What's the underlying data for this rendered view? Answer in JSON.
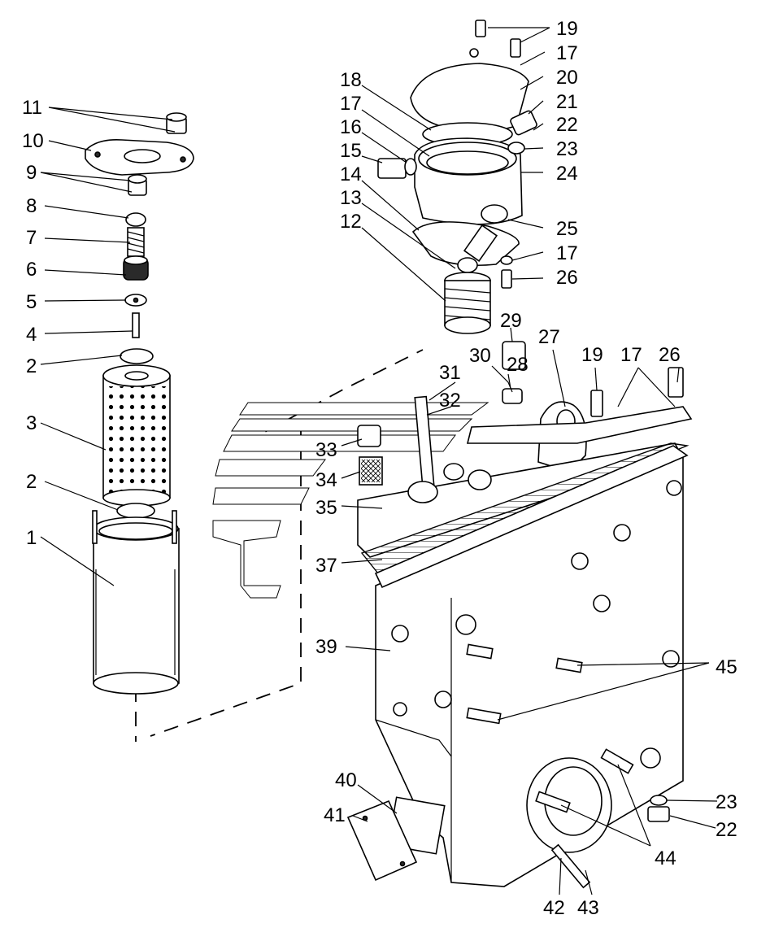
{
  "callouts": {
    "l11": "11",
    "l10": "10",
    "l9": "9",
    "l8": "8",
    "l7": "7",
    "l6": "6",
    "l5": "5",
    "l4": "4",
    "l2a": "2",
    "l3": "3",
    "l2b": "2",
    "l1": "1",
    "l19a": "19",
    "l17a": "17",
    "l20": "20",
    "l21": "21",
    "l22a": "22",
    "l23a": "23",
    "l24": "24",
    "l25": "25",
    "l17b": "17",
    "l26a": "26",
    "l18": "18",
    "l17c": "17",
    "l16": "16",
    "l15": "15",
    "l14": "14",
    "l13": "13",
    "l12": "12",
    "l29": "29",
    "l27": "27",
    "l30": "30",
    "l28": "28",
    "l19b": "19",
    "l17d": "17",
    "l26b": "26",
    "l31": "31",
    "l32": "32",
    "l33": "33",
    "l34": "34",
    "l35": "35",
    "l37": "37",
    "l39": "39",
    "l45": "45",
    "l40": "40",
    "l41": "41",
    "l23b": "23",
    "l22b": "22",
    "l44": "44",
    "l42": "42",
    "l43": "43"
  },
  "colors": {
    "line": "#000000",
    "background": "#ffffff"
  }
}
